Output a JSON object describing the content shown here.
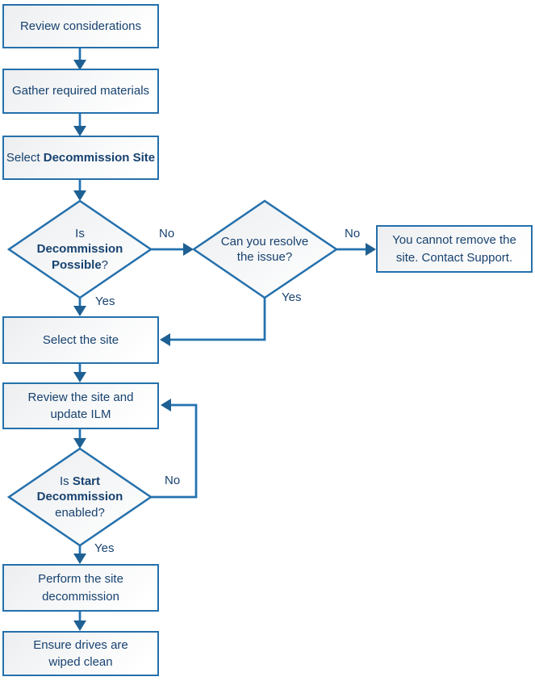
{
  "nodes": {
    "review_considerations": {
      "label": "Review considerations"
    },
    "gather_materials": {
      "label": "Gather required materials"
    },
    "select_decommission_site": {
      "prefix": "Select ",
      "bold": "Decommission Site"
    },
    "is_decommission_possible": {
      "line1": "Is",
      "line2_bold": "Decommission",
      "line3_bold": "Possible",
      "line3_suffix": "?"
    },
    "can_you_resolve": {
      "label": "Can you resolve the issue?"
    },
    "cannot_remove": {
      "label": "You cannot remove the site. Contact Support."
    },
    "select_site": {
      "label": "Select the site"
    },
    "review_site_update_ilm": {
      "label": "Review the site and update ILM"
    },
    "is_start_decommission": {
      "line1_prefix": "Is ",
      "line1_bold": "Start",
      "line2_bold": "Decommission",
      "line3": "enabled?"
    },
    "perform_decommission": {
      "label": "Perform the site decommission"
    },
    "ensure_drives_wiped": {
      "label": "Ensure drives are wiped clean"
    }
  },
  "edge_labels": {
    "decommission_not_possible": "No",
    "decommission_possible": "Yes",
    "cannot_resolve": "No",
    "can_resolve": "Yes",
    "start_disabled": "No",
    "start_enabled": "Yes"
  },
  "colors": {
    "shape_border": "#2470AC",
    "connector_line": "#2372B0",
    "arrowhead": "#1E6093",
    "text": "#17426F",
    "shape_fill_start": "#ECEEF0",
    "shape_fill_end": "#FFFFFF"
  }
}
